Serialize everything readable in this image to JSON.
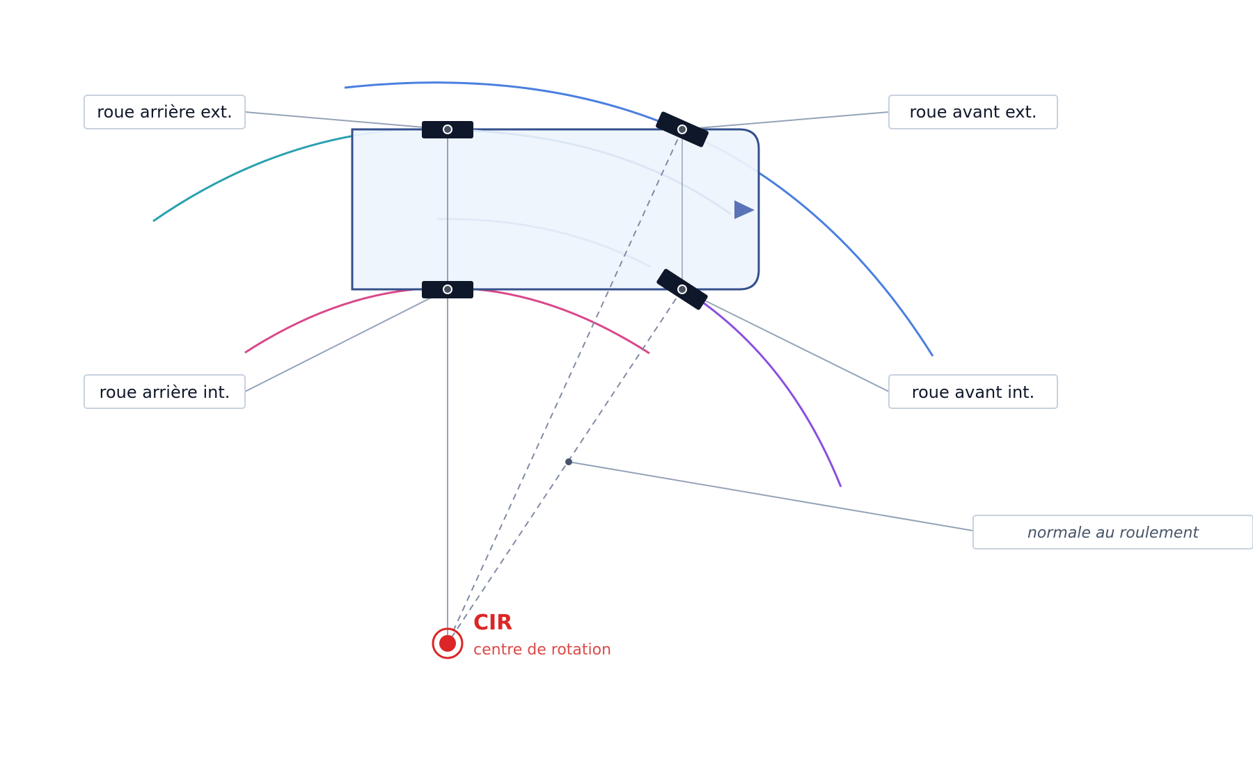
{
  "labels": {
    "rear_outer": "roue arrière ext.",
    "front_outer": "roue avant ext.",
    "rear_inner": "roue arrière int.",
    "front_inner": "roue avant int.",
    "normal": "normale au roulement"
  },
  "cir": {
    "title": "CIR",
    "subtitle": "centre de rotation"
  },
  "colors": {
    "body_fill": "#eef4fd",
    "body_stroke": "#34508c",
    "wheel": "#0f172a",
    "leader": "#94a3b8",
    "arc_front_outer": "#4a7fe0",
    "arc_rear_outer": "#2aa0b0",
    "arc_rear_inner": "#d9488a",
    "arc_front_inner": "#8a4fe0",
    "cir": "#dc2626",
    "direction_arrow": "#5a72b8"
  }
}
